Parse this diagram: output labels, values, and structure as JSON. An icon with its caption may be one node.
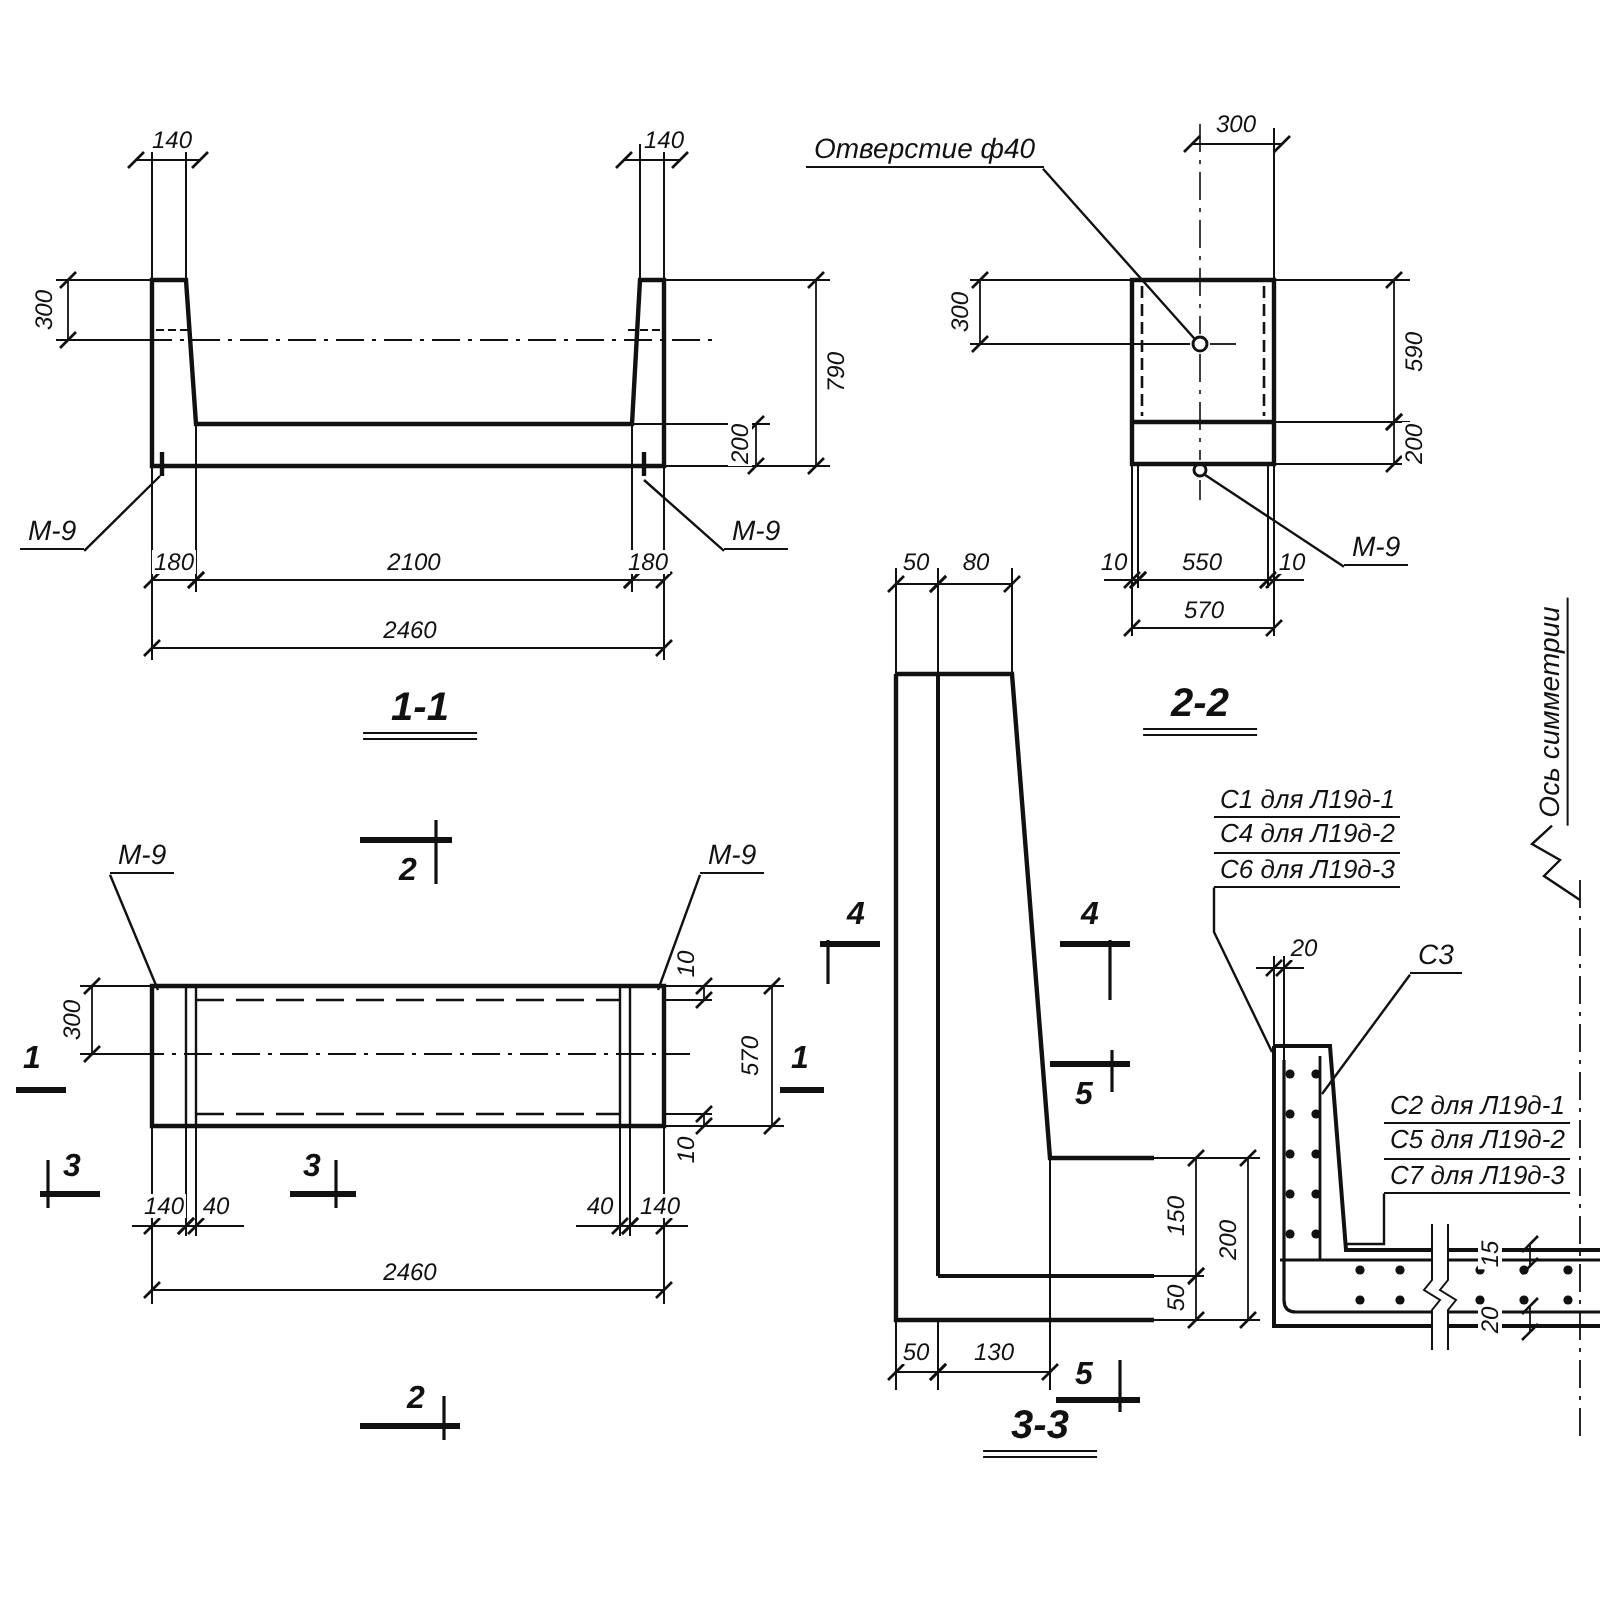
{
  "diagram": {
    "nodes": [
      {
        "text": [
          "М-9"
        ]
      },
      {
        "text": [
          "М-9"
        ]
      },
      {
        "text": [
          "Отверстие ф40"
        ]
      },
      {
        "text": [
          "М-9"
        ]
      },
      {
        "text": [
          "М-9"
        ]
      },
      {
        "text": [
          "М-9"
        ]
      },
      {
        "text": [
          "Ось симметрии"
        ]
      },
      {
        "text": [
          "С1 для Л19д-1",
          "С4 для Л19д-2",
          "С6 для Л19д-3"
        ]
      },
      {
        "text": [
          "С3"
        ]
      },
      {
        "text": [
          "С2 для Л19д-1",
          "С5 для Л19д-2",
          "С7 для Л19д-3"
        ]
      },
      {
        "text": [],
        "shape": "circle"
      },
      {
        "text": [],
        "shape": "circle"
      }
    ],
    "edges": [
      {
        "from": 0,
        "to": null,
        "arrow": "none"
      },
      {
        "from": 1,
        "to": null,
        "arrow": "none"
      },
      {
        "from": 2,
        "to": 10,
        "arrow": "none"
      },
      {
        "from": 3,
        "to": 11,
        "arrow": "none"
      },
      {
        "from": 4,
        "to": null,
        "arrow": "none"
      },
      {
        "from": 5,
        "to": null,
        "arrow": "none"
      },
      {
        "from": 6,
        "to": null,
        "arrow": "none"
      },
      {
        "from": 7,
        "to": null,
        "arrow": "none"
      },
      {
        "from": 8,
        "to": null,
        "arrow": "none"
      },
      {
        "from": 9,
        "to": null,
        "arrow": "none"
      }
    ],
    "labels": [
      "140",
      "140",
      "300",
      "790",
      "200",
      "180",
      "2100",
      "180",
      "2460",
      "1-1",
      "300",
      "300",
      "590",
      "200",
      "10",
      "550",
      "10",
      "570",
      "2-2",
      "2",
      "1",
      "1",
      "300",
      "570",
      "10",
      "10",
      "3",
      "3",
      "140",
      "40",
      "40",
      "140",
      "2460",
      "2",
      "50",
      "80",
      "4",
      "4",
      "5",
      "150",
      "200",
      "50",
      "50",
      "130",
      "5",
      "3-3",
      "20",
      "15",
      "20"
    ]
  }
}
